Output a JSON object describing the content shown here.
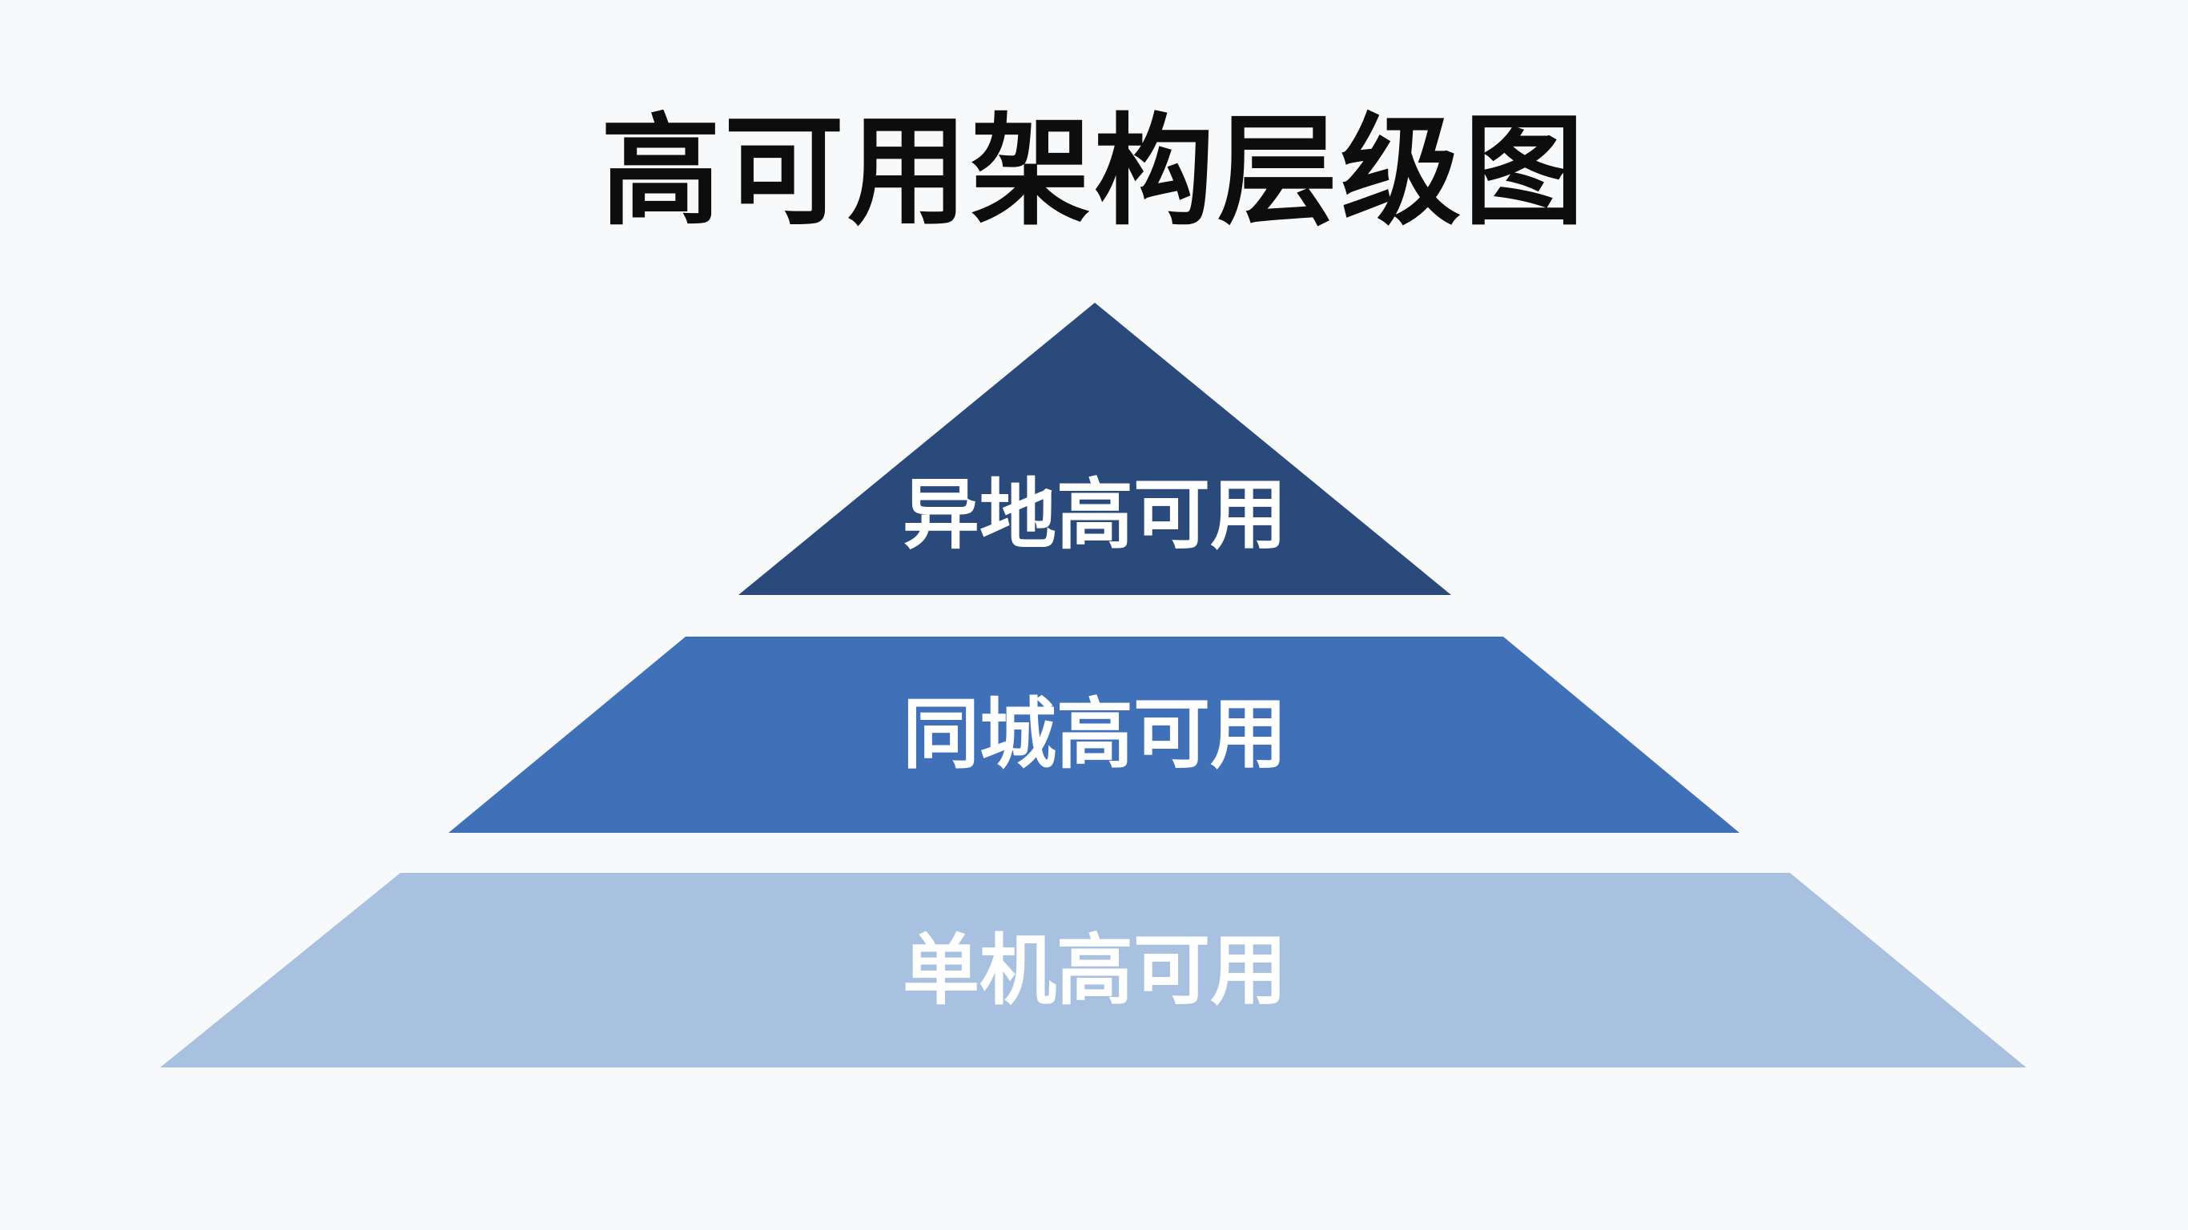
{
  "title": "高可用架构层级图",
  "tiers": [
    {
      "label": "异地高可用",
      "color": "#2b4a7c"
    },
    {
      "label": "同城高可用",
      "color": "#4070b7"
    },
    {
      "label": "单机高可用",
      "color": "#a8c1e1"
    }
  ],
  "background": "#f8f9fa"
}
